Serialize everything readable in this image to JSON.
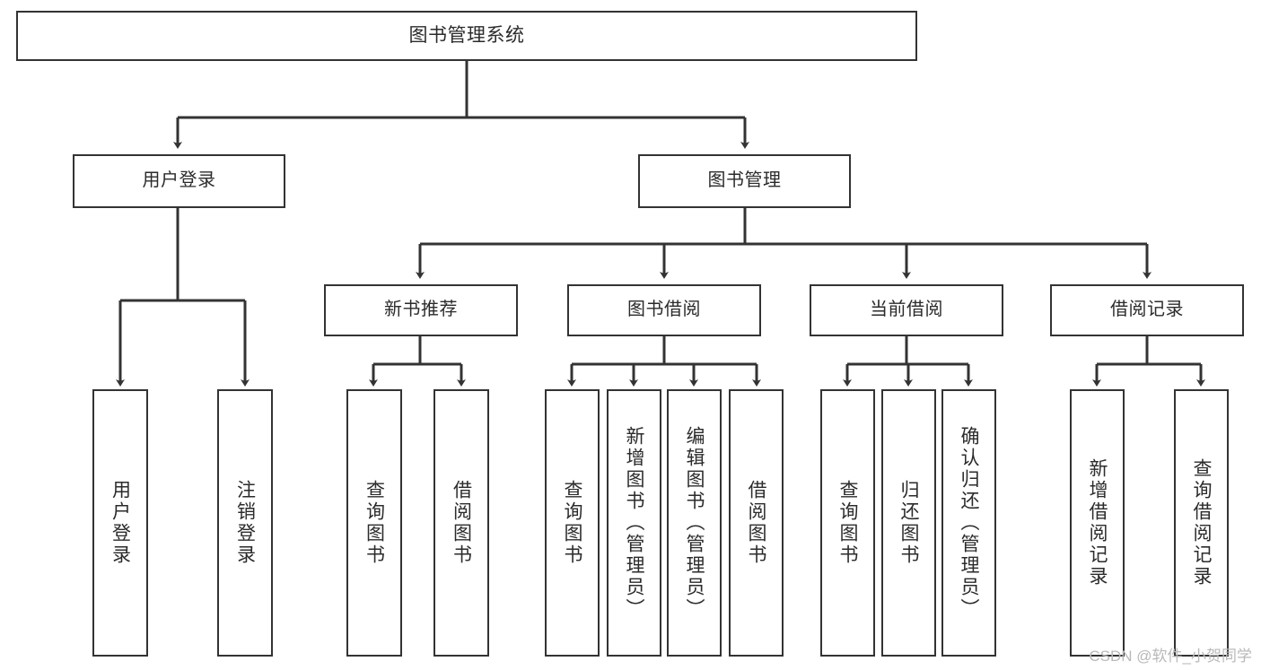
{
  "diagram": {
    "title": "图书管理系统",
    "type": "functional-structure-tree",
    "colors": {
      "stroke": "#333333",
      "text": "#2b2b2b",
      "background": "#ffffff",
      "watermark": "#b9b9b9"
    },
    "watermark": "CSDN @软件_小贺同学"
  },
  "nodes": {
    "root": {
      "label": "图书管理系统"
    },
    "level2": [
      {
        "label": "用户登录"
      },
      {
        "label": "图书管理"
      }
    ],
    "level3": [
      {
        "label": "新书推荐"
      },
      {
        "label": "图书借阅"
      },
      {
        "label": "当前借阅"
      },
      {
        "label": "借阅记录"
      }
    ],
    "leaves_user_login": [
      {
        "label": "用户登录"
      },
      {
        "label": "注销登录"
      }
    ],
    "leaves_new_book": [
      {
        "label": "查询图书"
      },
      {
        "label": "借阅图书"
      }
    ],
    "leaves_borrow": [
      {
        "label": "查询图书"
      },
      {
        "label": "新增图书（管理员）"
      },
      {
        "label": "编辑图书（管理员）"
      },
      {
        "label": "借阅图书"
      }
    ],
    "leaves_current": [
      {
        "label": "查询图书"
      },
      {
        "label": "归还图书"
      },
      {
        "label": "确认归还（管理员）"
      }
    ],
    "leaves_record": [
      {
        "label": "新增借阅记录"
      },
      {
        "label": "查询借阅记录"
      }
    ]
  }
}
